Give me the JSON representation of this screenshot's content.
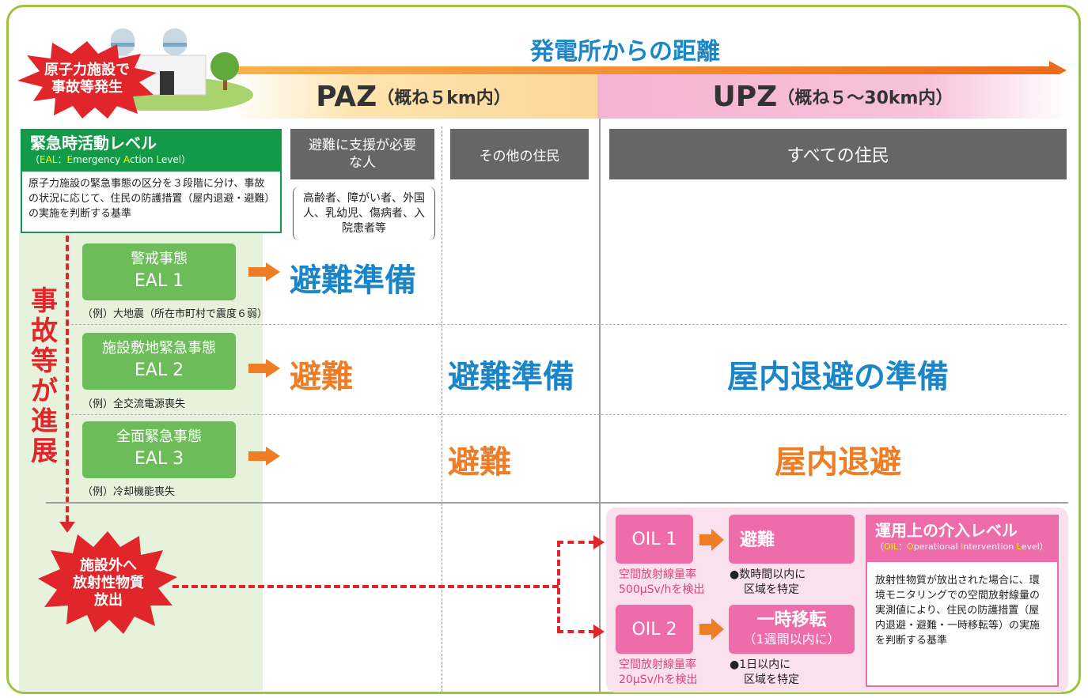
{
  "header": {
    "title": "発電所からの距離",
    "paz_label": "PAZ",
    "paz_sub": "（概ね５km内）",
    "upz_label": "UPZ",
    "upz_sub": "（概ね５〜30km内）"
  },
  "accident_burst": [
    "原子力施設で",
    "事故等発生"
  ],
  "eal_box": {
    "title": "緊急時活動レベル",
    "subtitle_prefix": "（",
    "subtitle_abbr": "EAL",
    "subtitle_sep": "：",
    "subtitle_e": "E",
    "subtitle_w1": "mergency ",
    "subtitle_a": "A",
    "subtitle_w2": "ction ",
    "subtitle_l": "L",
    "subtitle_w3": "evel）",
    "desc": "原子力施設の緊急事態の区分を３段階に分け、事故の状況に応じて、住民の防護措置（屋内退避・避難）の実施を判断する基準"
  },
  "progress_label": "事故等が進展",
  "columns": {
    "support": "避難に支援が必要な人",
    "others": "その他の住民",
    "all": "すべての住民",
    "support_note": "高齢者、障がい者、外国人、乳幼児、傷病者、入院患者等"
  },
  "eal_levels": [
    {
      "name": "警戒事態",
      "code": "EAL 1",
      "example": "（例）大地震（所在市町村で震度６弱）",
      "paz_support": "避難準備",
      "paz_others": "",
      "upz": ""
    },
    {
      "name": "施設敷地緊急事態",
      "code": "EAL 2",
      "example": "（例）全交流電源喪失",
      "paz_support": "避難",
      "paz_others": "避難準備",
      "upz": "屋内退避の準備"
    },
    {
      "name": "全面緊急事態",
      "code": "EAL 3",
      "example": "（例）冷却機能喪失",
      "paz_support": "",
      "paz_others": "避難",
      "upz": "屋内退避"
    }
  ],
  "release_burst": [
    "施設外へ",
    "放射性物質",
    "放出"
  ],
  "oil": [
    {
      "code": "OIL 1",
      "action": "避難",
      "action_sub": "",
      "cond1": "空間放射線量率",
      "cond2": "500μSv/hを検出",
      "note1": "●数時間以内に",
      "note2": "区域を特定"
    },
    {
      "code": "OIL 2",
      "action": "一時移転",
      "action_sub": "（1週間以内に）",
      "cond1": "空間放射線量率",
      "cond2": "20μSv/hを検出",
      "note1": "●1日以内に",
      "note2": "区域を特定"
    }
  ],
  "oil_box": {
    "title": "運用上の介入レベル",
    "subtitle_prefix": "（",
    "subtitle_abbr": "OIL",
    "subtitle_sep": "：",
    "subtitle_o": "O",
    "subtitle_w1": "perational ",
    "subtitle_i": "I",
    "subtitle_w2": "ntervention ",
    "subtitle_l": "L",
    "subtitle_w3": "evel）",
    "desc": "放射性物質が放出された場合に、環境モニタリングでの空間放射線量の実測値により、住民の防護措置（屋内退避・避難・一時移転等）の実施を判断する基準"
  },
  "colors": {
    "green": "#6cbd5a",
    "dark_green": "#139a48",
    "blue": "#1a86c8",
    "orange": "#ee7d26",
    "pink": "#ee6ca9",
    "red": "#e0262a"
  }
}
